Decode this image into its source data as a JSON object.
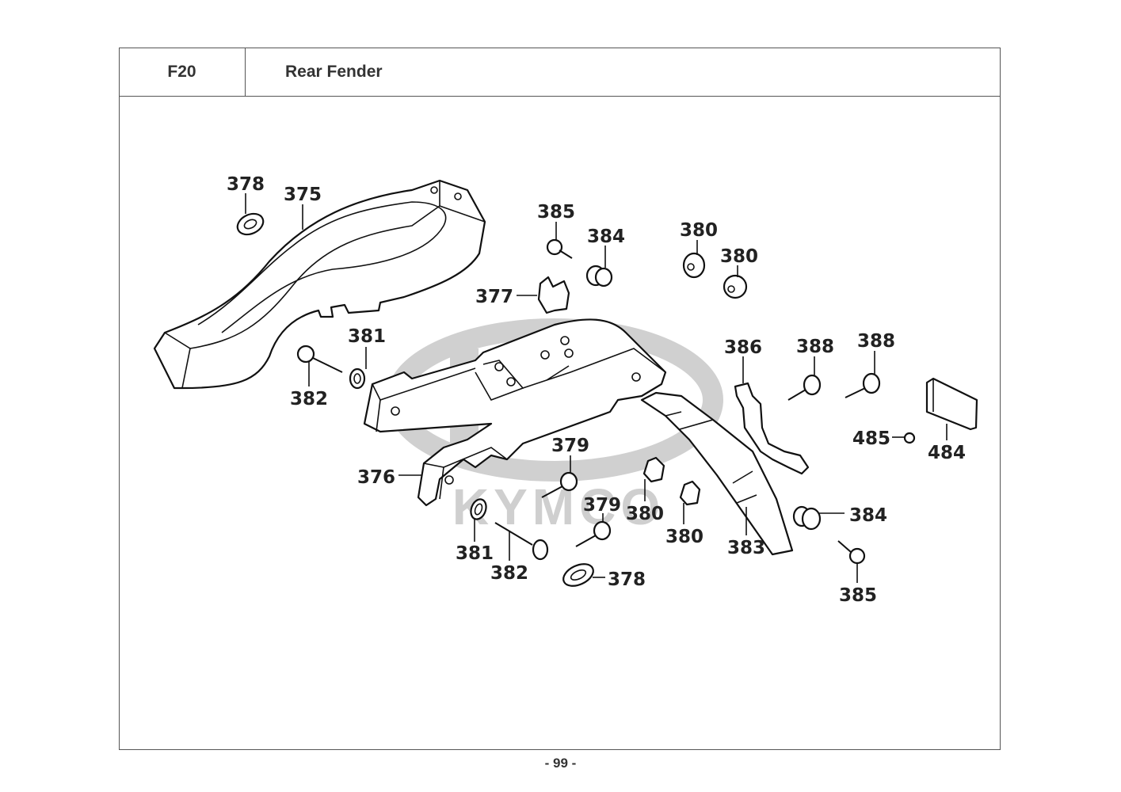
{
  "header": {
    "section_code": "F20",
    "section_title": "Rear Fender"
  },
  "watermark": {
    "brand": "KYMCO",
    "color": "#cfcfcf"
  },
  "callouts": [
    {
      "id": "c378a",
      "part_no": "378"
    },
    {
      "id": "c375",
      "part_no": "375"
    },
    {
      "id": "c385a",
      "part_no": "385"
    },
    {
      "id": "c384a",
      "part_no": "384"
    },
    {
      "id": "c380a",
      "part_no": "380"
    },
    {
      "id": "c380b",
      "part_no": "380"
    },
    {
      "id": "c377",
      "part_no": "377"
    },
    {
      "id": "c381a",
      "part_no": "381"
    },
    {
      "id": "c382a",
      "part_no": "382"
    },
    {
      "id": "c386",
      "part_no": "386"
    },
    {
      "id": "c388a",
      "part_no": "388"
    },
    {
      "id": "c388b",
      "part_no": "388"
    },
    {
      "id": "c485",
      "part_no": "485"
    },
    {
      "id": "c484",
      "part_no": "484"
    },
    {
      "id": "c379a",
      "part_no": "379"
    },
    {
      "id": "c376",
      "part_no": "376"
    },
    {
      "id": "c379b",
      "part_no": "379"
    },
    {
      "id": "c380c",
      "part_no": "380"
    },
    {
      "id": "c380d",
      "part_no": "380"
    },
    {
      "id": "c384b",
      "part_no": "384"
    },
    {
      "id": "c381b",
      "part_no": "381"
    },
    {
      "id": "c382b",
      "part_no": "382"
    },
    {
      "id": "c383",
      "part_no": "383"
    },
    {
      "id": "c378b",
      "part_no": "378"
    },
    {
      "id": "c385b",
      "part_no": "385"
    }
  ],
  "footer": {
    "page_number": "- 99 -"
  }
}
